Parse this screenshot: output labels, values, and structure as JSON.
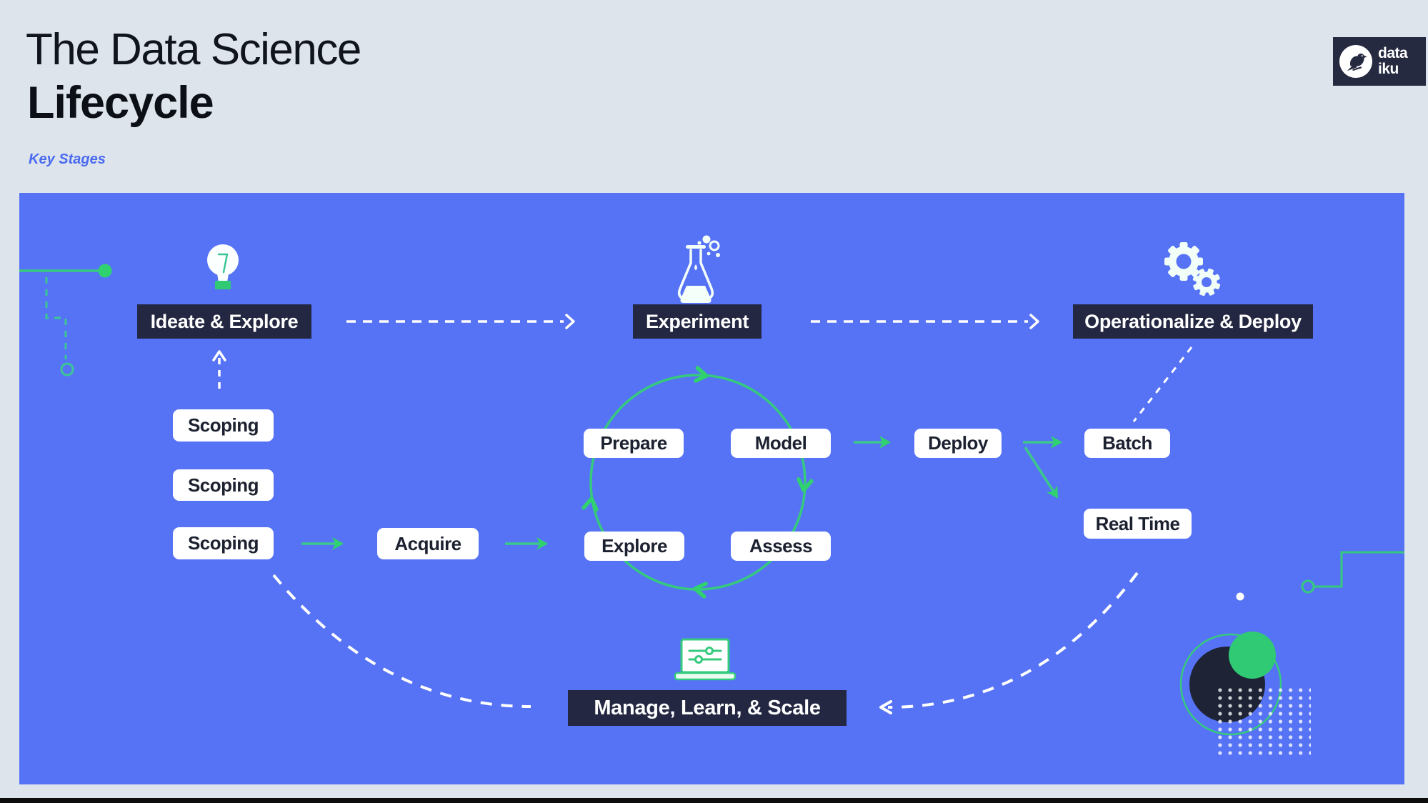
{
  "header": {
    "title_line1": "The Data Science",
    "title_line2": "Lifecycle",
    "subtitle": "Key Stages"
  },
  "logo": {
    "line1": "data",
    "line2": "iku"
  },
  "stages": {
    "ideate": "Ideate & Explore",
    "experiment": "Experiment",
    "operationalize": "Operationalize & Deploy",
    "manage": "Manage, Learn, & Scale"
  },
  "nodes": {
    "scoping": [
      "Scoping",
      "Scoping",
      "Scoping"
    ],
    "acquire": "Acquire",
    "prepare": "Prepare",
    "model": "Model",
    "explore": "Explore",
    "assess": "Assess",
    "deploy": "Deploy",
    "batch": "Batch",
    "real_time": "Real Time"
  },
  "icons": {
    "ideate": "lightbulb-icon",
    "experiment": "flask-icon",
    "operationalize": "gears-icon",
    "manage": "laptop-settings-icon",
    "logo": "bird-icon"
  },
  "colors": {
    "page_bg": "#dee4ec",
    "panel_blue": "#5673f5",
    "label_dark": "#232741",
    "accent_green": "#35ca7d",
    "key_stages_blue": "#4a6af0",
    "logo_bg": "#262a40",
    "dark_circle_navy": "#1e2435"
  }
}
